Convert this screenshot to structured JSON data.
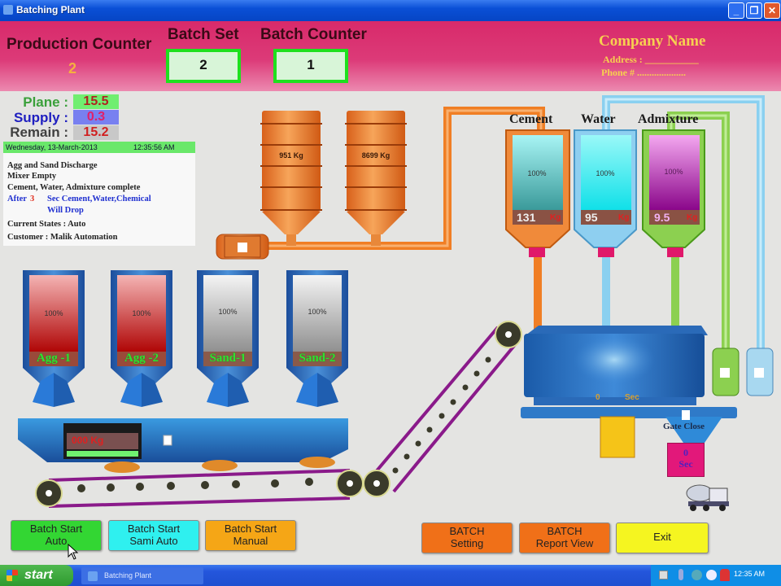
{
  "window": {
    "title": "Batching Plant",
    "minimize_label": "_",
    "maximize_label": "❐",
    "close_label": "✕"
  },
  "header": {
    "production_counter_label": "Production Counter",
    "production_counter_value": "2",
    "batch_set_label": "Batch Set",
    "batch_set_value": "2",
    "batch_counter_label": "Batch Counter",
    "batch_counter_value": "1",
    "company_name": "Company Name",
    "company_address": "Address : ___________",
    "company_phone": "Phone # ...................."
  },
  "info": {
    "plane_label": "Plane :",
    "plane_value": "15.5",
    "supply_label": "Supply :",
    "supply_value": "0.3",
    "remain_label": "Remain :",
    "remain_value": "15.2",
    "date": "Wednesday, 13-March-2013",
    "time": "12:35:56 AM",
    "messages": {
      "line1": "Agg and Sand Discharge",
      "line2": "Mixer Empty",
      "line3": "Cement, Water, Admixture complete",
      "after_label": "After",
      "after_value": "3",
      "line4": "Sec Cement,Water,Chemical",
      "line5": "Will Drop",
      "state": "Current States : Auto",
      "customer": "Customer : Malik Automation"
    }
  },
  "silos": [
    {
      "label": "951 Kg"
    },
    {
      "label": "8699 Kg"
    }
  ],
  "tanks": [
    {
      "title": "Cement",
      "percent": "100%",
      "value": "131",
      "unit": "Kg",
      "fill_percent": 100
    },
    {
      "title": "Water",
      "percent": "100%",
      "value": "95",
      "unit": "Kg",
      "fill_percent": 100
    },
    {
      "title": "Admixture",
      "percent": "100%",
      "value": "9.5",
      "unit": "Kg",
      "fill_percent": 100
    }
  ],
  "hoppers": [
    {
      "name": "Agg -1",
      "percent": "100%",
      "fill_percent": 100
    },
    {
      "name": "Agg -2",
      "percent": "100%",
      "fill_percent": 100
    },
    {
      "name": "Sand-1",
      "percent": "100%",
      "fill_percent": 100
    },
    {
      "name": "Sand-2",
      "percent": "100%",
      "fill_percent": 100
    }
  ],
  "scale": {
    "readout": "000 Kg"
  },
  "mixer": {
    "timer_value": "0",
    "timer_unit": "Sec",
    "gate_status": "Gate Close",
    "gate_timer_value": "0",
    "gate_timer_unit": "Sec"
  },
  "buttons": {
    "start_auto": "Batch Start Auto",
    "start_semi_auto": "Batch Start Sami Auto",
    "start_manual": "Batch Start Manual",
    "batch_setting": "BATCH Setting",
    "batch_report": "BATCH Report View",
    "exit": "Exit"
  },
  "taskbar": {
    "start_label": "start",
    "task_label": "Batching Plant",
    "clock": "12:35 AM"
  },
  "colors": {
    "header_bg": "#d82a6a",
    "company_text": "#f7d050",
    "counter_box_border": "#1ee01e",
    "btn_auto": "#33d633",
    "btn_semi": "#2ff0ef",
    "btn_manual": "#f5a616",
    "btn_orange": "#f07018",
    "btn_exit": "#f5f520"
  }
}
